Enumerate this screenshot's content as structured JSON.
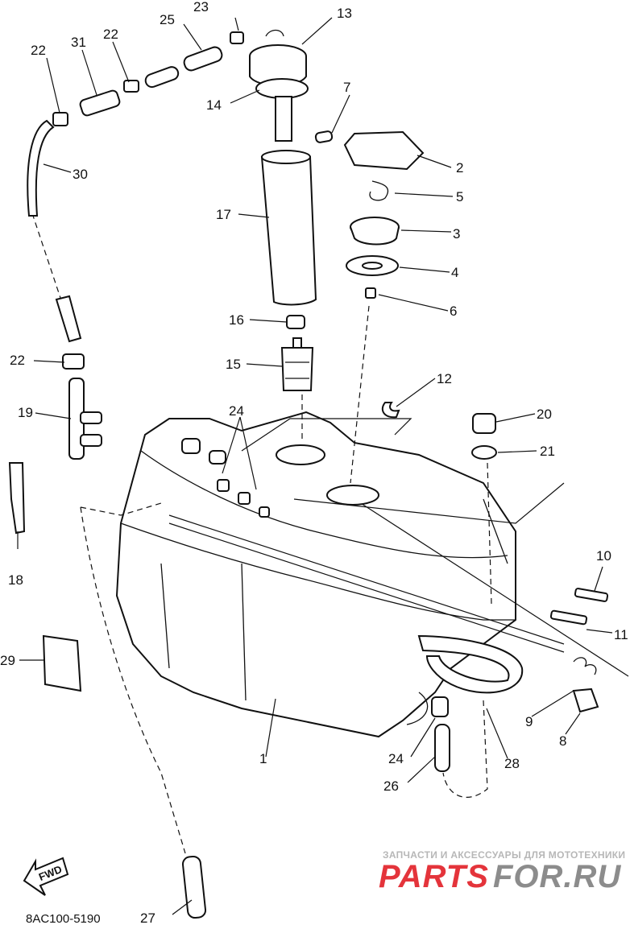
{
  "callouts": [
    "1",
    "2",
    "3",
    "4",
    "5",
    "6",
    "7",
    "8",
    "9",
    "10",
    "11",
    "12",
    "13",
    "14",
    "15",
    "16",
    "17",
    "18",
    "19",
    "20",
    "21",
    "22",
    "22",
    "22",
    "23",
    "24",
    "24",
    "25",
    "26",
    "27",
    "28",
    "29",
    "30",
    "31"
  ],
  "diagram_code": "8AC100-5190",
  "fwd_label": "FWD",
  "watermark": {
    "tagline": "ЗАПЧАСТИ И АКСЕССУАРЫ ДЛЯ МОТОТЕХНИКИ",
    "brand_left": "PARTS",
    "brand_right": "FOR.RU",
    "color_left": "#e4343b",
    "color_right": "#8c8c8c"
  }
}
